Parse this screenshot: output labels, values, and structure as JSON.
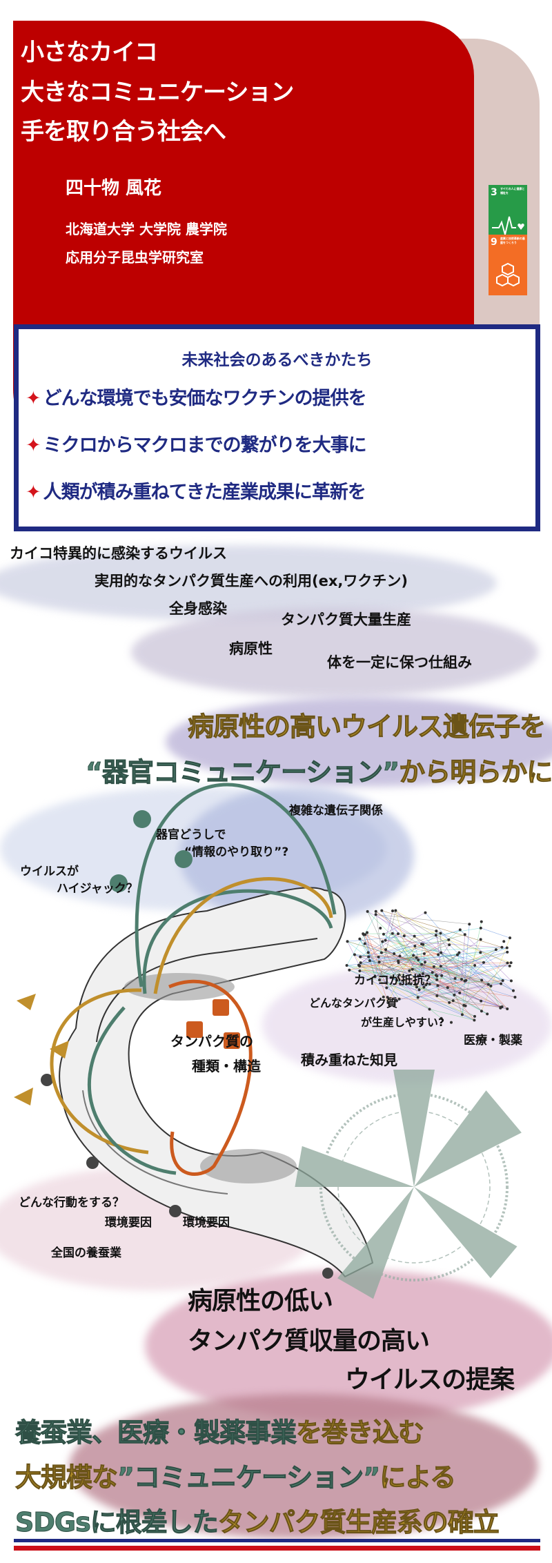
{
  "header": {
    "title_lines": [
      "小さなカイコ",
      "大きなコミュニケーション",
      "手を取り合う社会へ"
    ],
    "author": "四十物 風花",
    "affiliation": "北海道大学 大学院 農学院",
    "lab": "応用分子昆虫学研究室",
    "sdg_icons": [
      {
        "number": "3",
        "label": "すべての人に健康と福祉を",
        "color": "#279b48"
      },
      {
        "number": "9",
        "label": "産業と技術革新の基盤をつくろう",
        "color": "#f36d25"
      }
    ]
  },
  "goals": {
    "heading": "未来社会のあるべきかたち",
    "items": [
      "どんな環境でも安価なワクチンの提供を",
      "ミクロからマクロまでの繋がりを大事に",
      "人類が積み重ねてきた産業成果に革新を"
    ],
    "bullet": "✦"
  },
  "background": {
    "items": [
      "カイコ特異的に感染するウイルス",
      "実用的なタンパク質生産への利用(ex,ワクチン)",
      "全身感染",
      "タンパク質大量生産",
      "病原性",
      "体を一定に保つ仕組み"
    ]
  },
  "aim": {
    "line1": "病原性の高いウイルス遺伝子を",
    "line2_teal": "“器官コミュニケーション”",
    "line2_gold": "から明らかに"
  },
  "diagram": {
    "labels": {
      "network": "複雑な遺伝子関係",
      "organs1": "器官どうしで",
      "organs2": "“情報のやり取り”?",
      "virus1": "ウイルスが",
      "virus2": "ハイジャック？",
      "resist": "カイコが抵抗？",
      "protein_q1": "どんなタンパク質",
      "protein_q2": "が生産しやすい?",
      "medical": "医療・製薬",
      "protein1": "タンパク質の",
      "protein2": "種類・構造",
      "knowledge": "積み重ねた知見",
      "behavior": "どんな行動をする？",
      "env1": "環境要因",
      "env2": "環境要因",
      "sericulture": "全国の養蚕業"
    }
  },
  "conclusion": {
    "lines": [
      "病原性の低い",
      "タンパク質収量の高い",
      "ウイルスの提案"
    ]
  },
  "final": {
    "line1": [
      {
        "t": "養蚕業、医療・製薬事業",
        "c": "teal"
      },
      {
        "t": "を巻き込む",
        "c": "gold"
      }
    ],
    "line2": [
      {
        "t": "大規模な",
        "c": "gold"
      },
      {
        "t": "”コミュニケーション”",
        "c": "teal"
      },
      {
        "t": "による",
        "c": "gold"
      }
    ],
    "line3": [
      {
        "t": "SDGsに根差した",
        "c": "teal"
      },
      {
        "t": "タンパク質生産系の確立",
        "c": "gold"
      }
    ]
  }
}
